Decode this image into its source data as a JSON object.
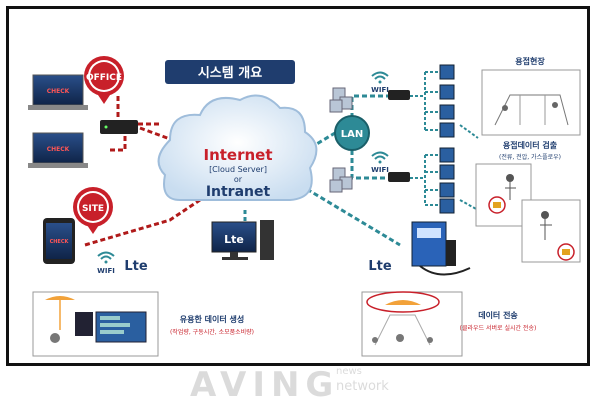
{
  "title": "시스템 개요",
  "cloud": {
    "line1": "Internet",
    "line2": "[Cloud Server]",
    "line3": "or",
    "line4": "Intranet"
  },
  "badges": {
    "office": "OFFICE",
    "site": "SITE",
    "lan": "LAN"
  },
  "brand_on_screen": "CHECK",
  "labels": {
    "wifi_left": "WIFI",
    "lte_left": "Lte",
    "lte_center": "Lte",
    "wifi_top": "WIFI",
    "wifi_mid": "WIFI",
    "lte_right": "Lte"
  },
  "panels": {
    "welding_site": {
      "title": "용접현장"
    },
    "detection": {
      "title": "용접데이터 검출",
      "subtitle": "(전류, 전압, 가스플로우)"
    },
    "data_gen": {
      "title": "유용한 데이터 생성",
      "subtitle": "(작업량, 구동시간, 소모품소비량)"
    },
    "transfer": {
      "title": "데이터 전송",
      "subtitle": "(클라우드 서버로 실시간 전송)"
    }
  },
  "watermark": {
    "main": "AVING",
    "top": "news",
    "bottom": "network"
  },
  "colors": {
    "navy": "#1f3d6e",
    "red_badge": "#c8202a",
    "teal": "#2d8a96",
    "cloud": "#dbe8f5",
    "red_link": "#b01a1a"
  }
}
